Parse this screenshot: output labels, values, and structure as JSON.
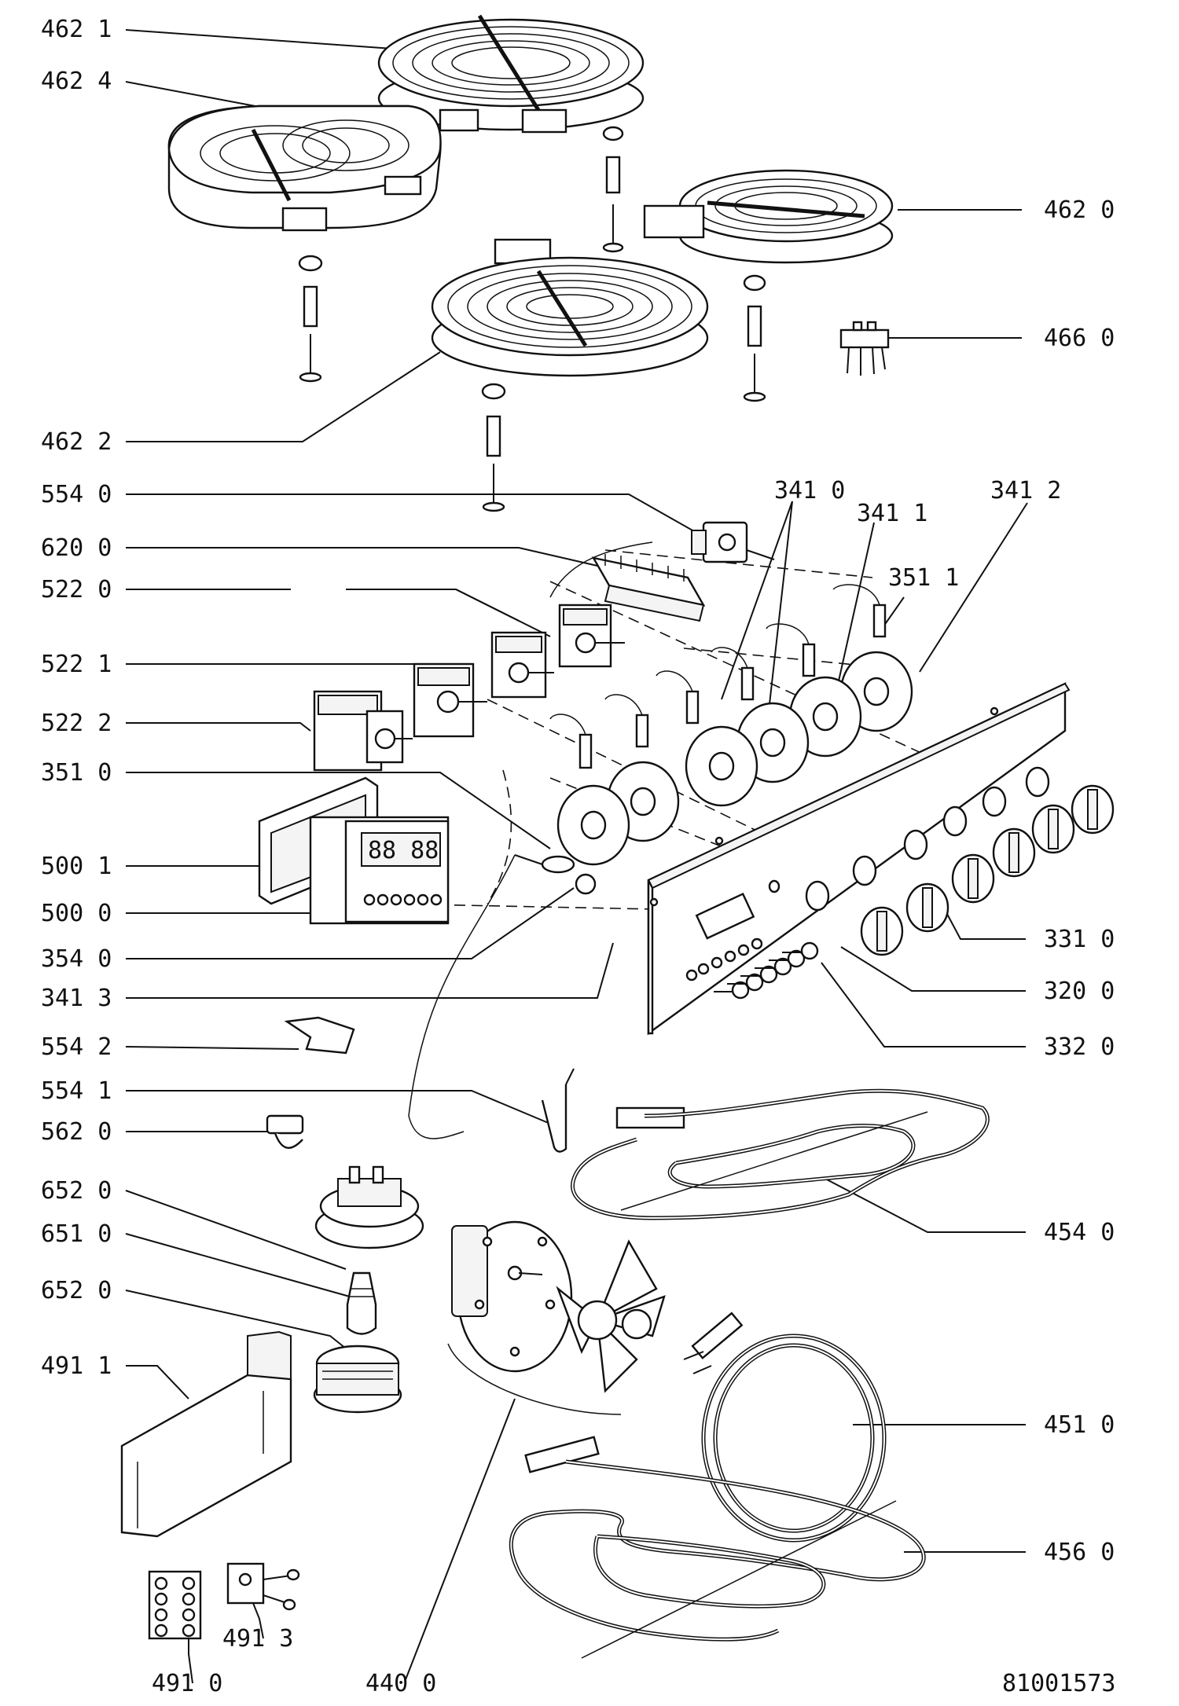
{
  "callouts": [
    {
      "id": "c1",
      "part": "462",
      "variant": "1"
    },
    {
      "id": "c2",
      "part": "462",
      "variant": "4"
    },
    {
      "id": "c3",
      "part": "462",
      "variant": "0"
    },
    {
      "id": "c4",
      "part": "466",
      "variant": "0"
    },
    {
      "id": "c5",
      "part": "462",
      "variant": "2"
    },
    {
      "id": "c6",
      "part": "554",
      "variant": "0"
    },
    {
      "id": "c7",
      "part": "341",
      "variant": "0"
    },
    {
      "id": "c8",
      "part": "341",
      "variant": "1"
    },
    {
      "id": "c9",
      "part": "341",
      "variant": "2"
    },
    {
      "id": "c10",
      "part": "620",
      "variant": "0"
    },
    {
      "id": "c11",
      "part": "522",
      "variant": "0"
    },
    {
      "id": "c12",
      "part": "351",
      "variant": "1"
    },
    {
      "id": "c13",
      "part": "522",
      "variant": "1"
    },
    {
      "id": "c14",
      "part": "522",
      "variant": "2"
    },
    {
      "id": "c15",
      "part": "351",
      "variant": "0"
    },
    {
      "id": "c16",
      "part": "500",
      "variant": "1"
    },
    {
      "id": "c17",
      "part": "500",
      "variant": "0"
    },
    {
      "id": "c18",
      "part": "354",
      "variant": "0"
    },
    {
      "id": "c19",
      "part": "341",
      "variant": "3"
    },
    {
      "id": "c20",
      "part": "331",
      "variant": "0"
    },
    {
      "id": "c21",
      "part": "320",
      "variant": "0"
    },
    {
      "id": "c22",
      "part": "332",
      "variant": "0"
    },
    {
      "id": "c23",
      "part": "554",
      "variant": "2"
    },
    {
      "id": "c24",
      "part": "554",
      "variant": "1"
    },
    {
      "id": "c25",
      "part": "562",
      "variant": "0"
    },
    {
      "id": "c26",
      "part": "652",
      "variant": "0"
    },
    {
      "id": "c27",
      "part": "651",
      "variant": "0"
    },
    {
      "id": "c28",
      "part": "454",
      "variant": "0"
    },
    {
      "id": "c29",
      "part": "652",
      "variant": "0"
    },
    {
      "id": "c30",
      "part": "491",
      "variant": "1"
    },
    {
      "id": "c31",
      "part": "451",
      "variant": "0"
    },
    {
      "id": "c32",
      "part": "456",
      "variant": "0"
    },
    {
      "id": "c33",
      "part": "491",
      "variant": "3"
    },
    {
      "id": "c34",
      "part": "491",
      "variant": "0"
    },
    {
      "id": "c35",
      "part": "440",
      "variant": "0"
    }
  ],
  "display_digits": "88 88",
  "document_number": "81001573"
}
